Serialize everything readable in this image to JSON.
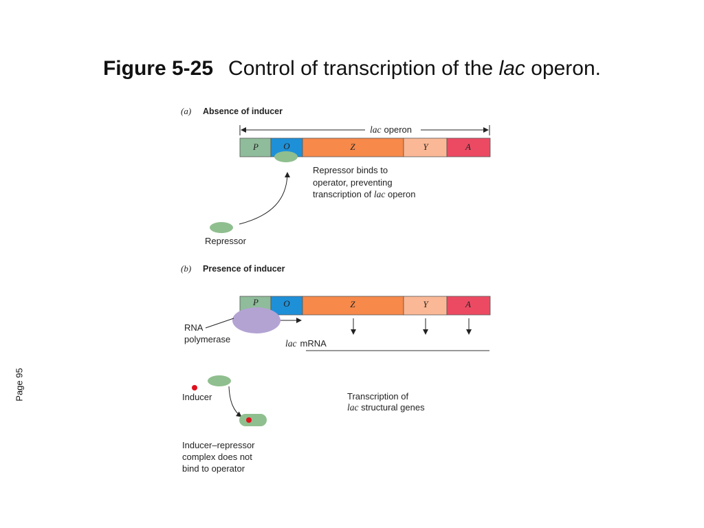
{
  "title": {
    "figure": "Figure 5-25",
    "text_before": "Control of transcription of the ",
    "text_italic": "lac",
    "text_after": " operon."
  },
  "page_label": "Page 95",
  "panel_a": {
    "letter": "(a)",
    "heading": "Absence of inducer",
    "operon_italic": "lac",
    "operon_word": "operon",
    "genes": [
      "P",
      "O",
      "Z",
      "Y",
      "A"
    ],
    "note_line1": "Repressor binds to",
    "note_line2": "operator, preventing",
    "note_line3_pre": "transcription of ",
    "note_line3_italic": "lac",
    "note_line3_post": " operon",
    "repressor_label": "Repressor"
  },
  "panel_b": {
    "letter": "(b)",
    "heading": "Presence of inducer",
    "genes": [
      "P",
      "O",
      "Z",
      "Y",
      "A"
    ],
    "rna_line1": "RNA",
    "rna_line2": "polymerase",
    "mrna_italic": "lac",
    "mrna_word": "mRNA",
    "transcription_line1": "Transcription of",
    "transcription_line2_italic": "lac",
    "transcription_line2_post": " structural genes",
    "inducer_label": "Inducer",
    "complex_line1": "Inducer–repressor",
    "complex_line2": "complex does not",
    "complex_line3": "bind to operator"
  },
  "colors": {
    "promoter": "#8fbc9a",
    "operator": "#1e90d8",
    "z_gene": "#f7894a",
    "y_gene": "#fbb896",
    "a_gene": "#ec4a63",
    "repressor": "#8fbf8e",
    "rna_polymerase": "#b3a3d3",
    "inducer": "#e0101e"
  }
}
